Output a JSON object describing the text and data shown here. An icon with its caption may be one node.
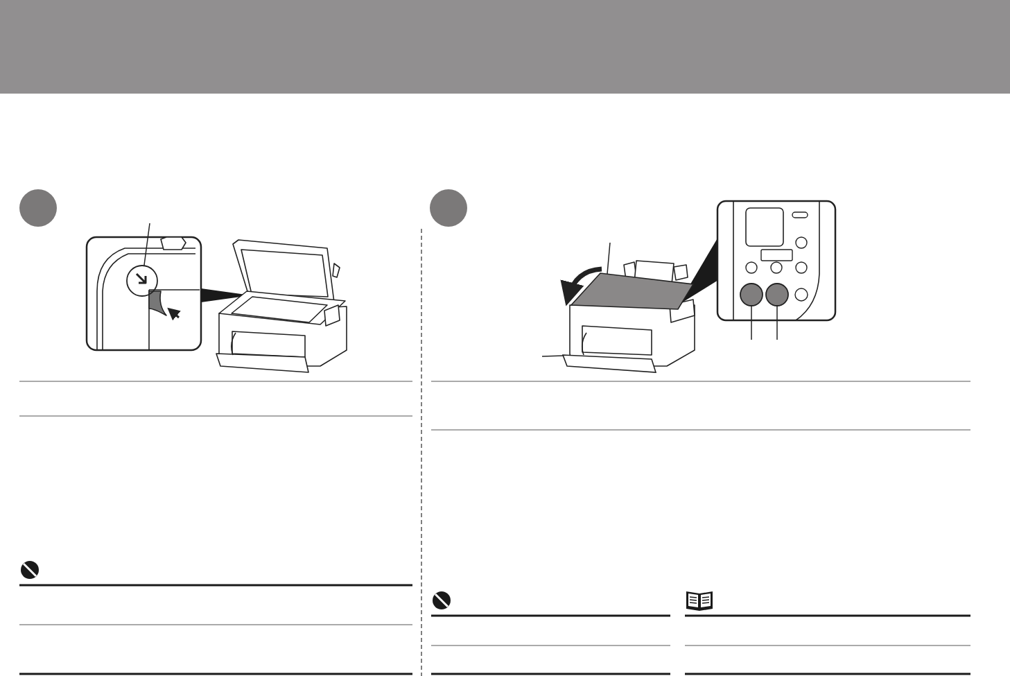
{
  "diagram": {
    "nodes": [
      {
        "text": [],
        "shape": "circle"
      },
      {
        "text": [],
        "shape": "box"
      },
      {
        "text": [],
        "shape": "box"
      },
      {
        "text": [],
        "shape": "circle"
      },
      {
        "text": [],
        "shape": "circle"
      }
    ],
    "edges": [
      {
        "from": null,
        "to": 0,
        "arrow": "none"
      },
      {
        "from": null,
        "to": 1,
        "arrow": "none"
      },
      {
        "from": null,
        "to": 2,
        "arrow": "none"
      },
      {
        "from": null,
        "to": 3,
        "arrow": "none"
      },
      {
        "from": null,
        "to": 4,
        "arrow": "none"
      }
    ]
  }
}
